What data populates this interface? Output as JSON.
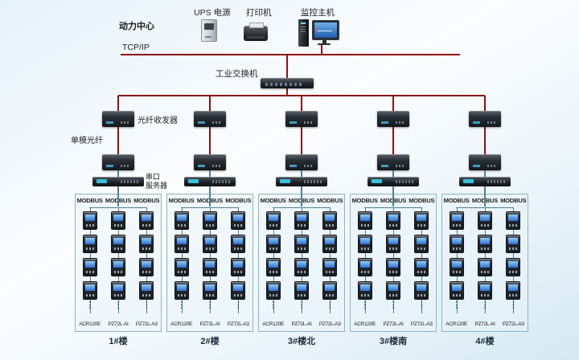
{
  "page": {
    "power_center": "动力中心",
    "tcpip_label": "TCP/IP",
    "switch_label": "工业交换机",
    "ups_label": "UPS 电源",
    "printer_label": "打印机",
    "host_label": "监控主机",
    "fiber_transceiver_label": "光纤收发器",
    "fiber_label": "单模光纤",
    "serial_label_line1": "串口",
    "serial_label_line2": "服务器"
  },
  "colors": {
    "trunk_line": "#8e1111",
    "branch_line": "#4f7f95",
    "box_border": "#8fb3c6"
  },
  "groups": [
    {
      "building": "1#楼",
      "modbus": [
        "MODBUS",
        "MODBUS",
        "MODBUS"
      ],
      "models": [
        "ACR120E",
        "PZ72L-AI",
        "PZ72L-A3"
      ]
    },
    {
      "building": "2#楼",
      "modbus": [
        "MODBUS",
        "MODBUS",
        "MODBUS"
      ],
      "models": [
        "ACR120E",
        "PZ72L-AI",
        "PZ72L-A3"
      ]
    },
    {
      "building": "3#楼北",
      "modbus": [
        "MODBUS",
        "MODBUS",
        "MODBUS"
      ],
      "models": [
        "ACR120E",
        "PZ72L-AI",
        "PZ72L-A3"
      ]
    },
    {
      "building": "3#楼南",
      "modbus": [
        "MODBUS",
        "MODBUS",
        "MODBUS"
      ],
      "models": [
        "ACR120E",
        "PZ72L-AI",
        "PZ72L-A3"
      ]
    },
    {
      "building": "4#楼",
      "modbus": [
        "MODBUS",
        "MODBUS",
        "MODBUS"
      ],
      "models": [
        "ACR120E",
        "PZ72L-AI",
        "PZ72L-A3"
      ]
    }
  ]
}
